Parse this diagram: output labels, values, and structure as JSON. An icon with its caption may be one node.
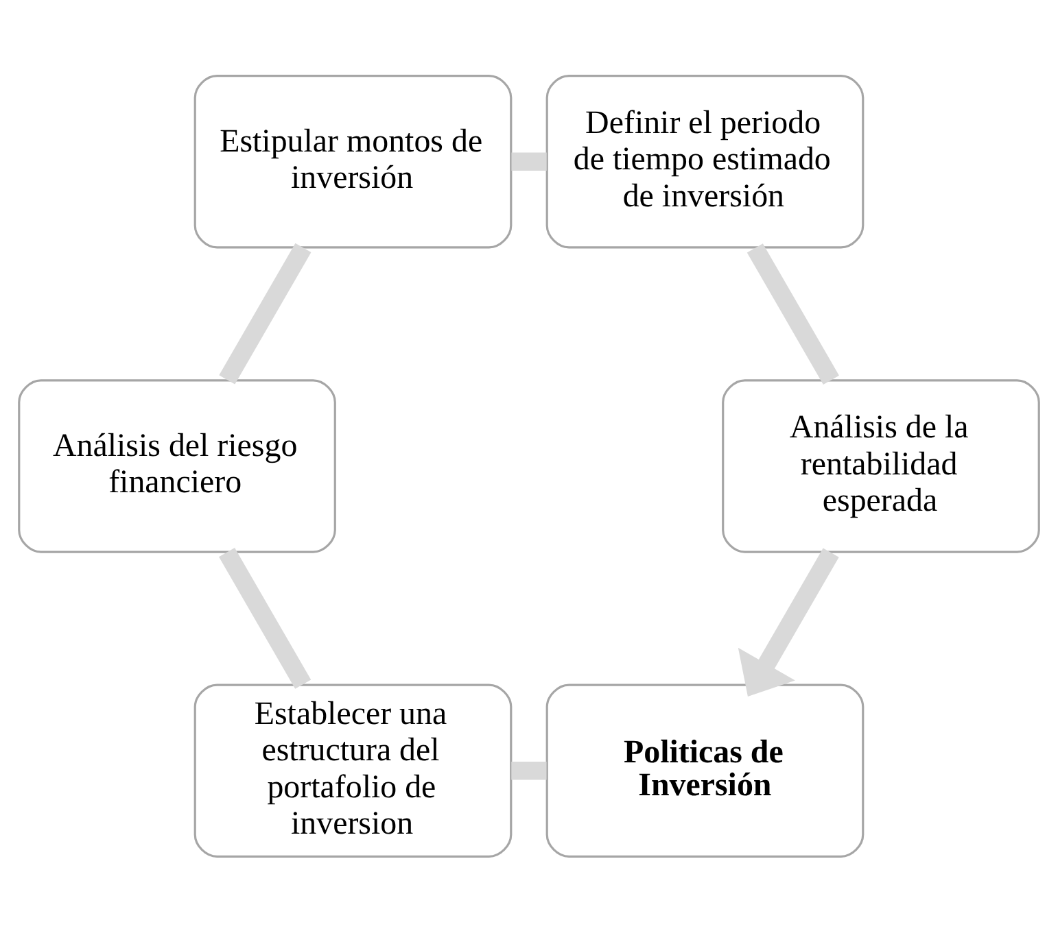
{
  "diagram": {
    "nodes": [
      {
        "text": [
          "Politicas de Inversión"
        ]
      },
      {
        "text": [
          "Establecer una estructura del portafolio de inversion"
        ]
      },
      {
        "text": [
          "Análisis del riesgo financiero"
        ]
      },
      {
        "text": [
          "Estipular montos de inversión"
        ]
      },
      {
        "text": [
          "Definir el periodo de tiempo estimado de inversión"
        ]
      },
      {
        "text": [
          "Análisis de la rentabilidad esperada"
        ]
      }
    ],
    "edges": [
      {
        "from": 0,
        "to": 1,
        "arrow": "none"
      },
      {
        "from": 1,
        "to": 2,
        "arrow": "none"
      },
      {
        "from": 2,
        "to": 3,
        "arrow": "none"
      },
      {
        "from": 3,
        "to": 4,
        "arrow": "none"
      },
      {
        "from": 4,
        "to": 5,
        "arrow": "none"
      },
      {
        "from": 5,
        "to": 0,
        "arrow": "to"
      }
    ]
  }
}
